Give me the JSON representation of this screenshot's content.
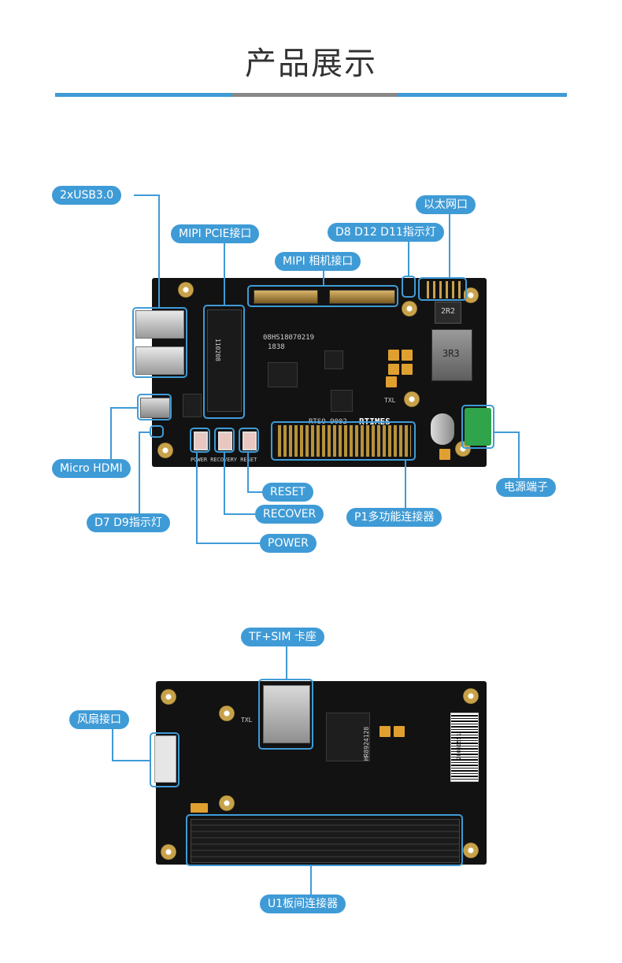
{
  "title": "产品展示",
  "colors": {
    "accent": "#3f9bd6",
    "rule_mid": "#888888"
  },
  "top_board": {
    "labels": {
      "usb": "2xUSB3.0",
      "mipi_pcie": "MIPI PCIE接口",
      "ethernet": "以太网口",
      "leds_d8": "D8 D12 D11指示灯",
      "mipi_camera": "MIPI 相机接口",
      "micro_hdmi": "Micro HDMI",
      "leds_d7": "D7 D9指示灯",
      "reset": "RESET",
      "recover": "RECOVER",
      "power": "POWER",
      "p1": "P1多功能连接器",
      "power_terminal": "电源端子"
    },
    "silk": {
      "serial": "08HS18070219",
      "code": "1838",
      "slot_code": "110208",
      "model": "RTSO-9002",
      "brand": "RTIMES",
      "inductor": "2R2",
      "coil": "3R3",
      "buttons": "POWER  RECOVERY  RESET",
      "txl": "TXL"
    }
  },
  "bottom_board": {
    "labels": {
      "tf_sim": "TF+SIM 卡座",
      "fan": "风扇接口",
      "u1": "U1板间连接器"
    },
    "silk": {
      "mem_chip": "HR8924128",
      "barcode_code": "20060551",
      "txl": "TXL"
    }
  }
}
